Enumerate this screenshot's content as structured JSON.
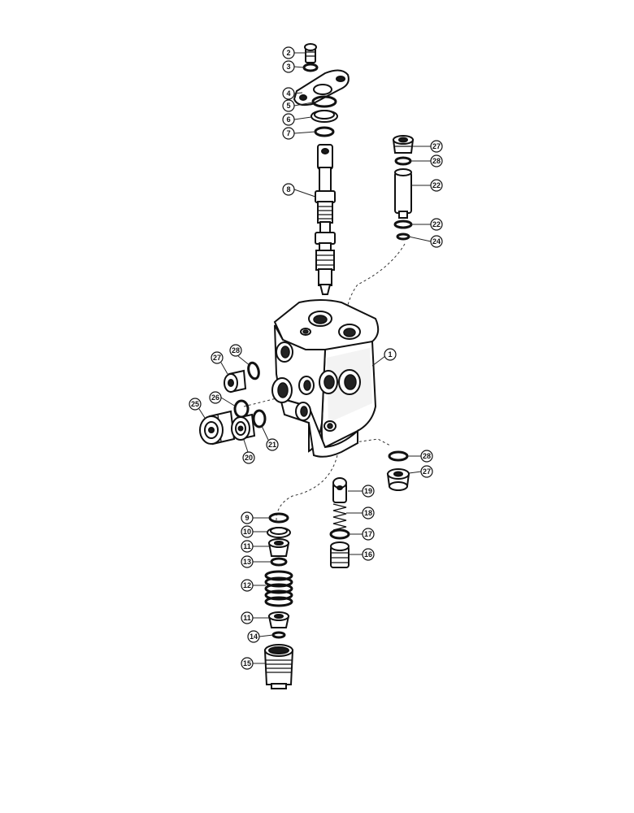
{
  "callouts": {
    "c1": "1",
    "c2": "2",
    "c3": "3",
    "c4": "4",
    "c5": "5",
    "c6": "6",
    "c7": "7",
    "c8": "8",
    "c9": "9",
    "c10": "10",
    "c11a": "11",
    "c11b": "11",
    "c12": "12",
    "c13": "13",
    "c14": "14",
    "c15": "15",
    "c16": "16",
    "c17": "17",
    "c18": "18",
    "c19": "19",
    "c20": "20",
    "c21": "21",
    "c22a": "22",
    "c22b": "22",
    "c24": "24",
    "c25": "25",
    "c26": "26",
    "c27a": "27",
    "c27b": "27",
    "c27c": "27",
    "c28a": "28",
    "c28b": "28",
    "c28c": "28"
  }
}
